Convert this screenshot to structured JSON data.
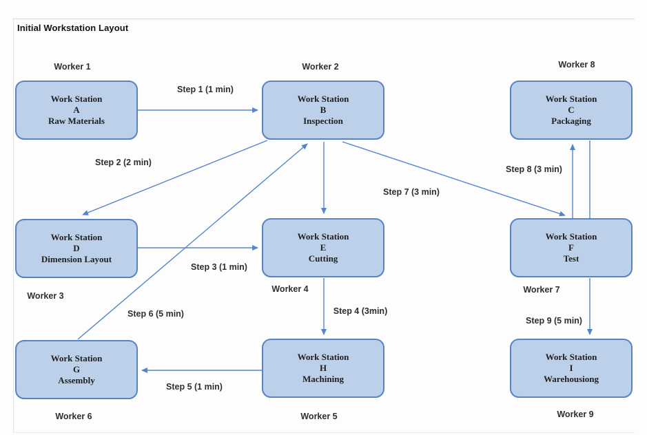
{
  "title": "Initial Workstation Layout",
  "stations": [
    {
      "id": "A",
      "line1": "Work Station",
      "letter": "A",
      "function": "Raw Materials",
      "worker": "Worker 1"
    },
    {
      "id": "B",
      "line1": "Work Station",
      "letter": "B",
      "function": "Inspection",
      "worker": "Worker 2"
    },
    {
      "id": "C",
      "line1": "Work Station",
      "letter": "C",
      "function": "Packaging",
      "worker": "Worker 8"
    },
    {
      "id": "D",
      "line1": "Work Station",
      "letter": "D",
      "function": "Dimension Layout",
      "worker": "Worker 3"
    },
    {
      "id": "E",
      "line1": "Work Station",
      "letter": "E",
      "function": "Cutting",
      "worker": "Worker 4"
    },
    {
      "id": "F",
      "line1": "Work Station",
      "letter": "F",
      "function": "Test",
      "worker": "Worker 7"
    },
    {
      "id": "G",
      "line1": "Work Station",
      "letter": "G",
      "function": "Assembly",
      "worker": "Worker 6"
    },
    {
      "id": "H",
      "line1": "Work Station",
      "letter": "H",
      "function": "Machining",
      "worker": "Worker 5"
    },
    {
      "id": "I",
      "line1": "Work Station",
      "letter": "I",
      "function": "Warehousiong",
      "worker": "Worker 9"
    }
  ],
  "steps": [
    {
      "label": "Step 1 (1 min)",
      "from": "A",
      "to": "B"
    },
    {
      "label": "Step 2 (2 min)",
      "from": "B",
      "to": "D"
    },
    {
      "label": "Step 3 (1 min)",
      "from": "D",
      "to": "E"
    },
    {
      "label": "Step 4 (3min)",
      "from": "E",
      "to": "H"
    },
    {
      "label": "Step 5 (1 min)",
      "from": "H",
      "to": "G"
    },
    {
      "label": "Step 6 (5 min)",
      "from": "G",
      "to": "B"
    },
    {
      "label": "Step 7 (3 min)",
      "from": "B",
      "to": "F"
    },
    {
      "label": "Step 8 (3 min)",
      "from": "F",
      "to": "C"
    },
    {
      "label": "Step 9 (5 min)",
      "from": "F",
      "to": "I"
    }
  ],
  "colors": {
    "box_fill": "#bdd0ea",
    "box_border": "#5a82c0",
    "arrow": "#5585c8"
  }
}
